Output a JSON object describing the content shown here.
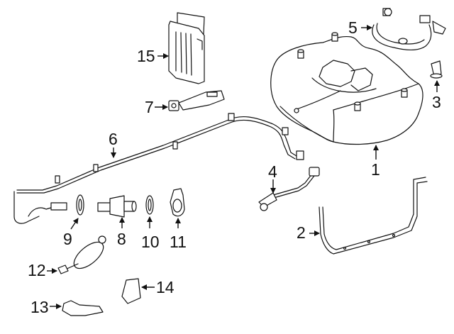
{
  "diagram": {
    "type": "exploded-parts-diagram",
    "subject": "Fuel system components",
    "callouts": [
      {
        "number": "1",
        "part": "fuel-tank"
      },
      {
        "number": "2",
        "part": "tank-strap"
      },
      {
        "number": "3",
        "part": "cap"
      },
      {
        "number": "4",
        "part": "wiring-harness"
      },
      {
        "number": "5",
        "part": "fuel-pump-harness"
      },
      {
        "number": "6",
        "part": "fuel-line"
      },
      {
        "number": "7",
        "part": "sensor"
      },
      {
        "number": "8",
        "part": "valve"
      },
      {
        "number": "9",
        "part": "o-ring"
      },
      {
        "number": "10",
        "part": "o-ring"
      },
      {
        "number": "11",
        "part": "clip"
      },
      {
        "number": "12",
        "part": "sensor-with-lead"
      },
      {
        "number": "13",
        "part": "bracket"
      },
      {
        "number": "14",
        "part": "connector"
      },
      {
        "number": "15",
        "part": "control-module"
      }
    ]
  }
}
